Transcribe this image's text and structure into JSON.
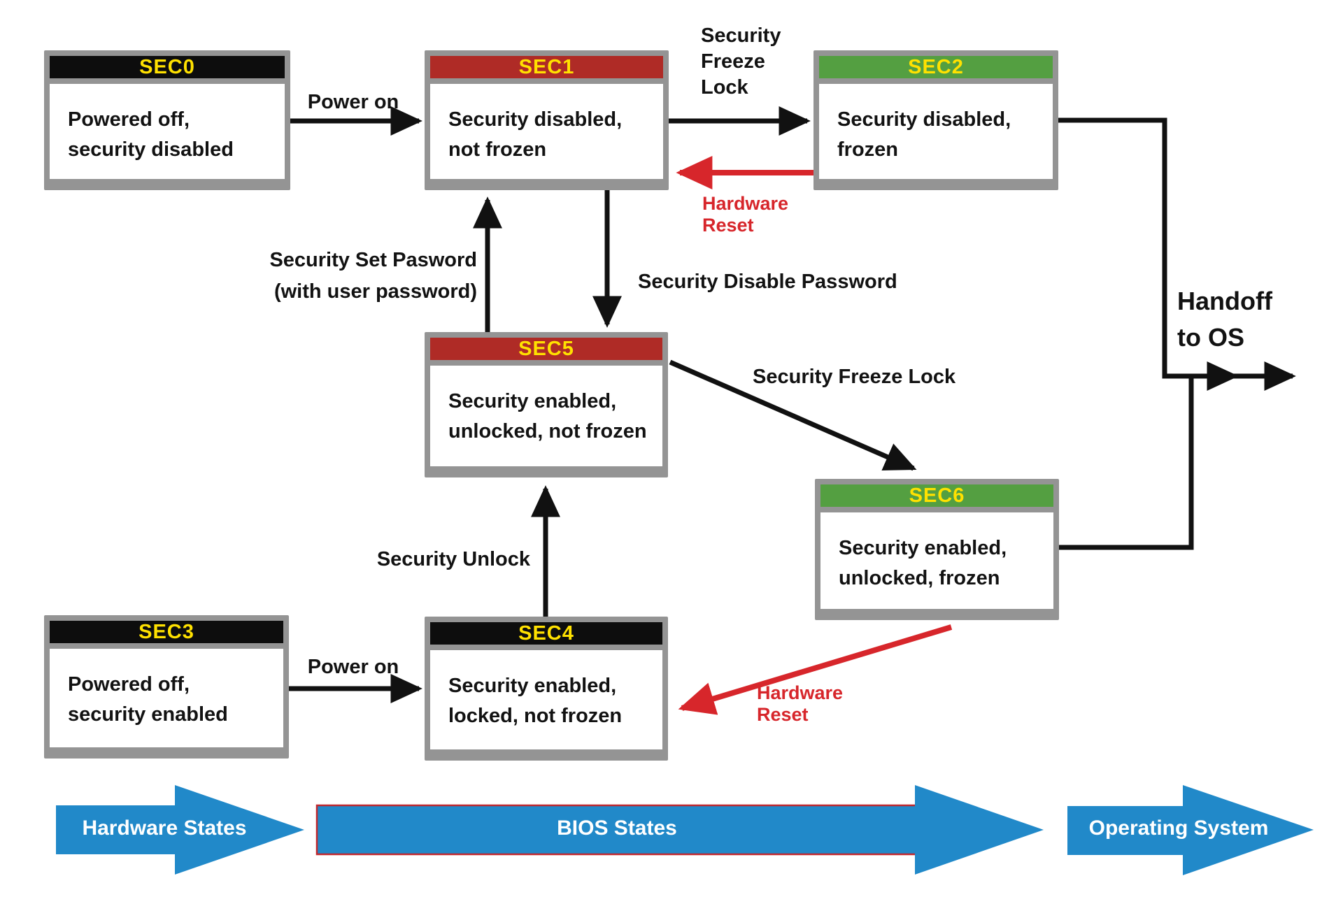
{
  "diagram_title": "ATA security state transitions (hardware / BIOS / OS states)",
  "states": {
    "sec0": {
      "id": "SEC0",
      "header_color": "#0d0d0d",
      "body": "Powered off,\nsecurity disabled"
    },
    "sec1": {
      "id": "SEC1",
      "header_color": "#af2b26",
      "body": "Security disabled,\nnot frozen"
    },
    "sec2": {
      "id": "SEC2",
      "header_color": "#549f41",
      "body": "Security disabled,\nfrozen"
    },
    "sec3": {
      "id": "SEC3",
      "header_color": "#0d0d0d",
      "body": "Powered off,\nsecurity enabled"
    },
    "sec4": {
      "id": "SEC4",
      "header_color": "#0d0d0d",
      "body": "Security enabled,\nlocked, not frozen"
    },
    "sec5": {
      "id": "SEC5",
      "header_color": "#af2b26",
      "body": "Security enabled,\nunlocked, not frozen"
    },
    "sec6": {
      "id": "SEC6",
      "header_color": "#549f41",
      "body": "Security enabled,\nunlocked, frozen"
    }
  },
  "edges": [
    {
      "from": "SEC0",
      "to": "SEC1",
      "label": "Power on",
      "color": "black"
    },
    {
      "from": "SEC1",
      "to": "SEC2",
      "label": "Security\nFreeze\nLock",
      "color": "black"
    },
    {
      "from": "SEC2",
      "to": "SEC1",
      "label": "Hardware\nReset",
      "color": "red"
    },
    {
      "from": "SEC5",
      "to": "SEC1",
      "label": "Security Set Pasword\n(with user password)",
      "color": "black"
    },
    {
      "from": "SEC1",
      "to": "SEC5",
      "label": "Security Disable Password",
      "color": "black"
    },
    {
      "from": "SEC5",
      "to": "SEC6",
      "label": "Security Freeze Lock",
      "color": "black"
    },
    {
      "from": "SEC4",
      "to": "SEC5",
      "label": "Security Unlock",
      "color": "black"
    },
    {
      "from": "SEC3",
      "to": "SEC4",
      "label": "Power on",
      "color": "black"
    },
    {
      "from": "SEC6",
      "to": "SEC4",
      "label": "Hardware\nReset",
      "color": "red"
    },
    {
      "from": "SEC2+SEC6",
      "to": "OS",
      "label": "Handoff\nto OS",
      "color": "black"
    }
  ],
  "banners": {
    "hardware": "Hardware States",
    "bios": "BIOS States",
    "os": "Operating System"
  },
  "colors": {
    "header_yellow_text": "#ffe100",
    "header_black": "#0d0d0d",
    "header_red": "#af2b26",
    "header_green": "#549f41",
    "box_border_gray": "#949494",
    "arrow_black": "#111111",
    "arrow_red": "#d7262b",
    "banner_blue": "#2189c9",
    "bios_outline_red": "#c1272d",
    "body_text": "#121212"
  }
}
